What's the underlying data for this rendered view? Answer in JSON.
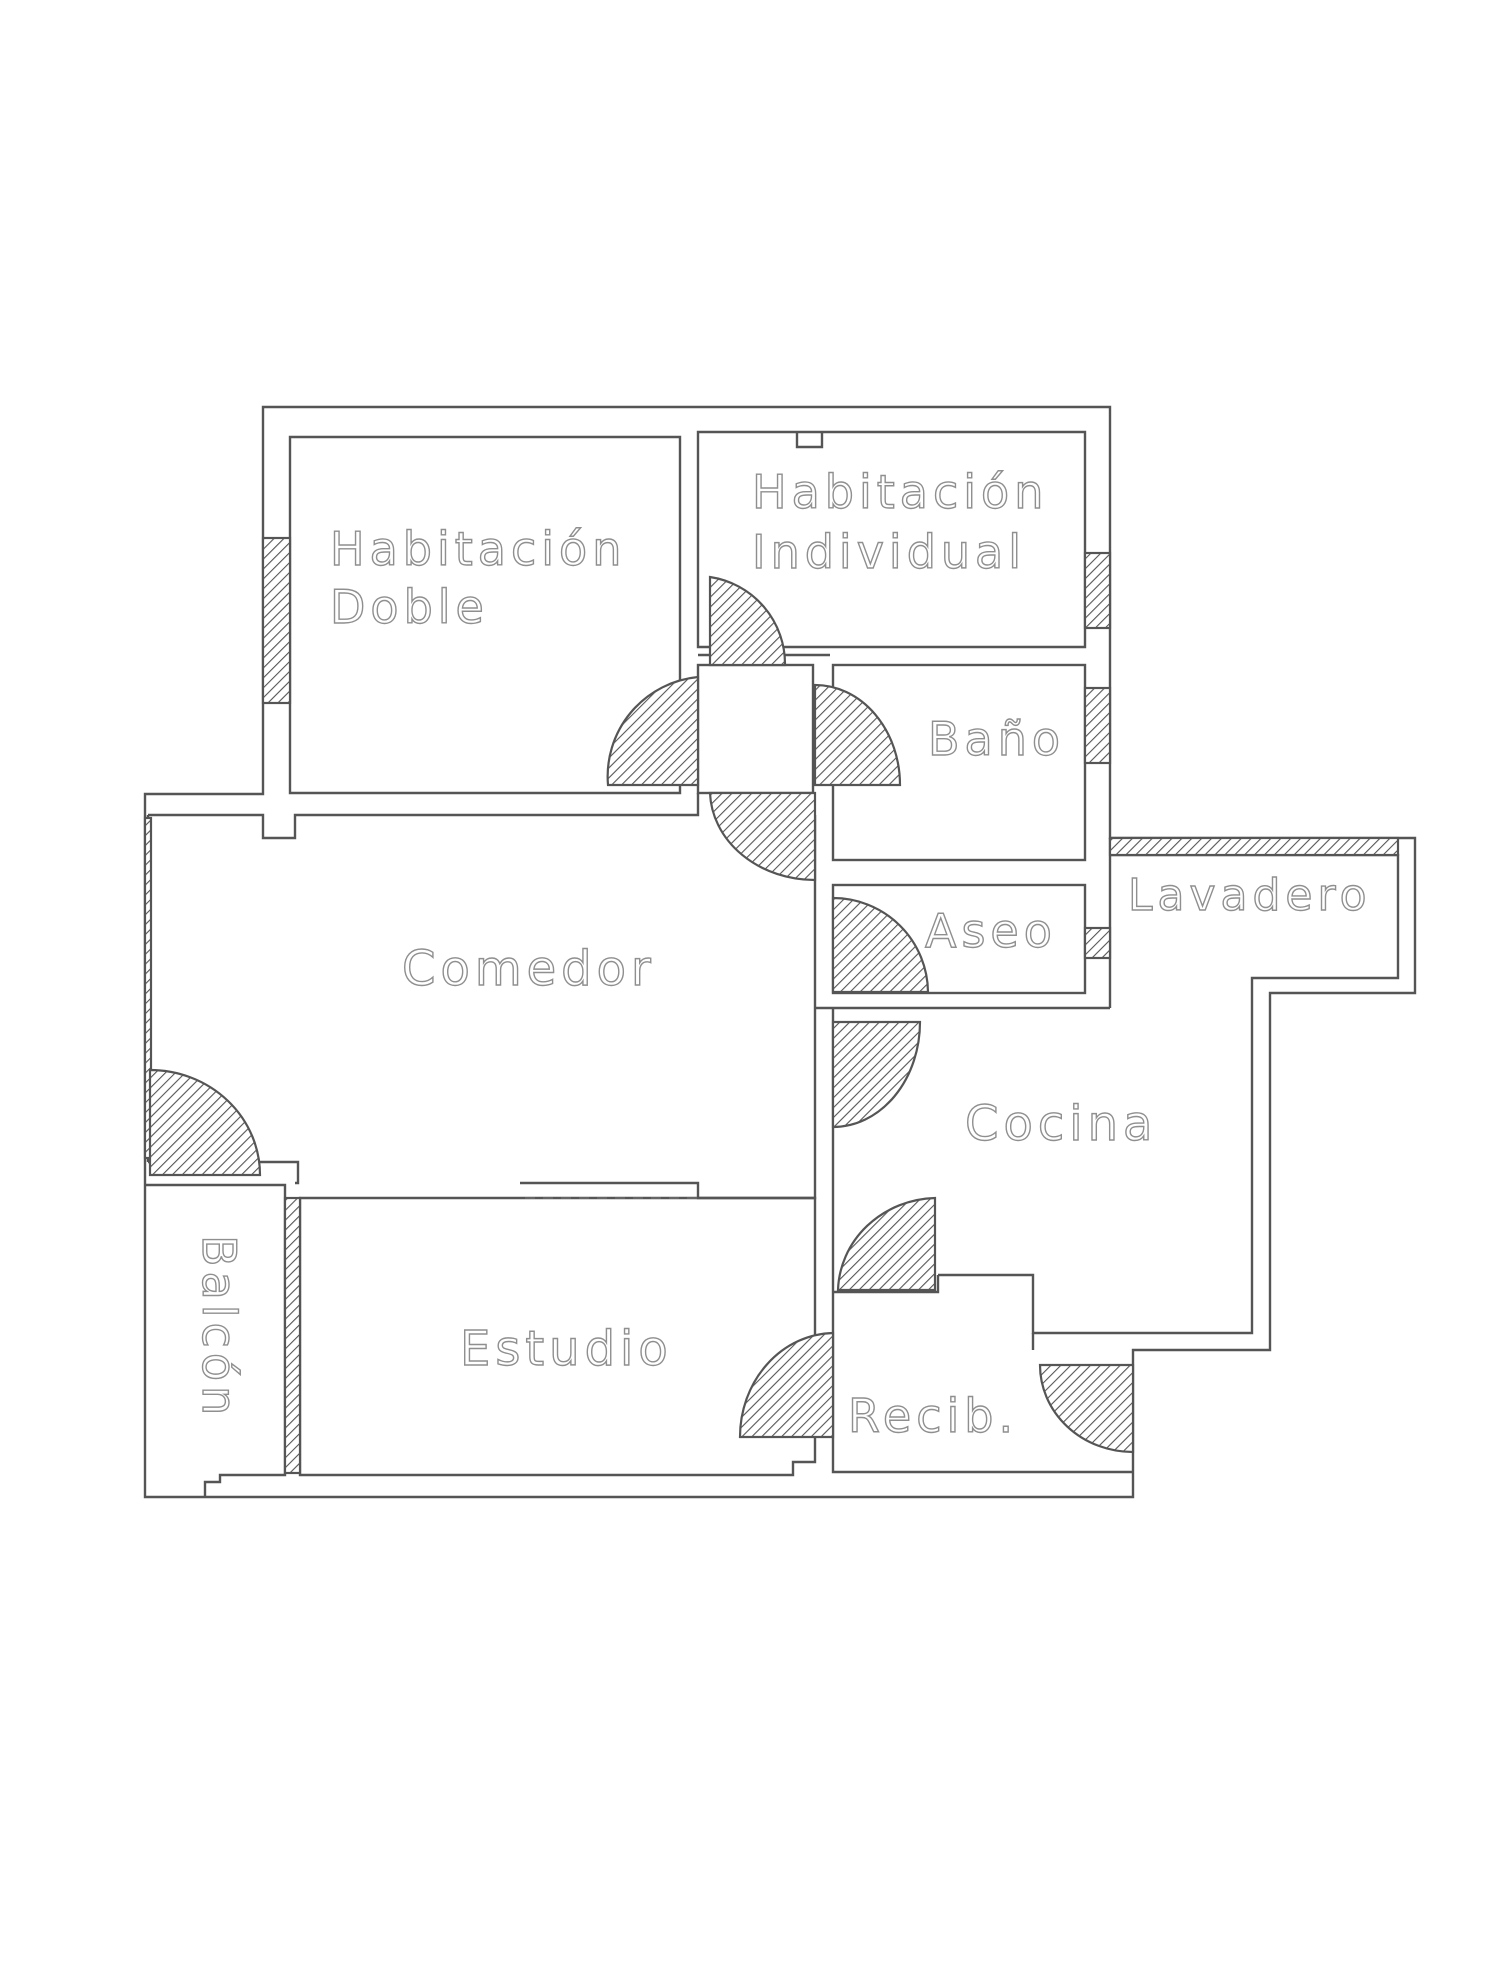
{
  "rooms": {
    "habitacion_doble_line1": "Habitación",
    "habitacion_doble_line2": "Doble",
    "habitacion_individual_line1": "Habitación",
    "habitacion_individual_line2": "Individual",
    "bano": "Baño",
    "lavadero": "Lavadero",
    "aseo": "Aseo",
    "comedor": "Comedor",
    "cocina": "Cocina",
    "balcon": "Balcón",
    "estudio": "Estudio",
    "recibidor": "Recib."
  },
  "colors": {
    "wall": "#555555",
    "hatch": "#777777",
    "label": "#8f8f8f",
    "background": "#ffffff"
  }
}
